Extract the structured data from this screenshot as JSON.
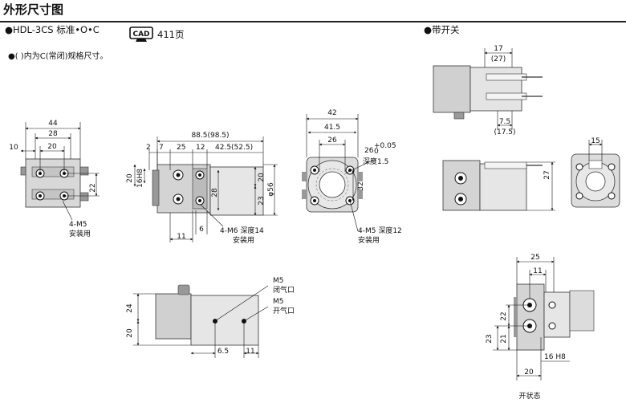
{
  "header": {
    "title": "外形尺寸图",
    "subtitle": "●HDL-3CS 标准•O•C",
    "note": "●(  )内为C(常闭)规格尺寸。",
    "switch_label": "●带开关",
    "cad_badge": "CAD",
    "cad_page": "411页"
  },
  "icons": [
    "cad-icon"
  ],
  "dims": {
    "v1": {
      "d44": "44",
      "d28": "28",
      "d10": "10",
      "d20": "20",
      "d22": "22",
      "m5": "4-M5",
      "mount": "安装用"
    },
    "v2": {
      "total": "88.5(98.5)",
      "d2": "2",
      "d7": "7",
      "d25": "25",
      "d12": "12",
      "d425": "42.5(52.5)",
      "d20l": "20",
      "d16h8": "16H8",
      "d28": "28",
      "d20r": "20",
      "d23": "23",
      "d56": "φ56",
      "d11": "11",
      "d6": "6",
      "m6": "4-M6 深度14",
      "mount": "安装用"
    },
    "v3": {
      "d42": "42",
      "d415": "41.5",
      "d26": "26",
      "d26t": "26",
      "tol": "+0.05",
      "tol0": "0",
      "dep15": "深度1.5",
      "d32": "32",
      "m5": "4-M5 深度12",
      "mount": "安装用"
    },
    "v4": {
      "m5a": "M5",
      "close_port": "闭气口",
      "m5b": "M5",
      "open_port": "开气口",
      "d24": "24",
      "d20": "20",
      "d65": "6.5",
      "d11": "11"
    },
    "v5": {
      "d17": "17",
      "d27": "(27)",
      "d75": "7.5",
      "d175": "(17.5)"
    },
    "v6": {
      "d27": "27"
    },
    "v7": {
      "d15": "15"
    },
    "v8": {
      "d25": "25",
      "d11": "11",
      "d22": "22",
      "d21": "21",
      "d23": "23",
      "d20": "20",
      "h8": "16 H8",
      "open_state": "开状态"
    }
  }
}
